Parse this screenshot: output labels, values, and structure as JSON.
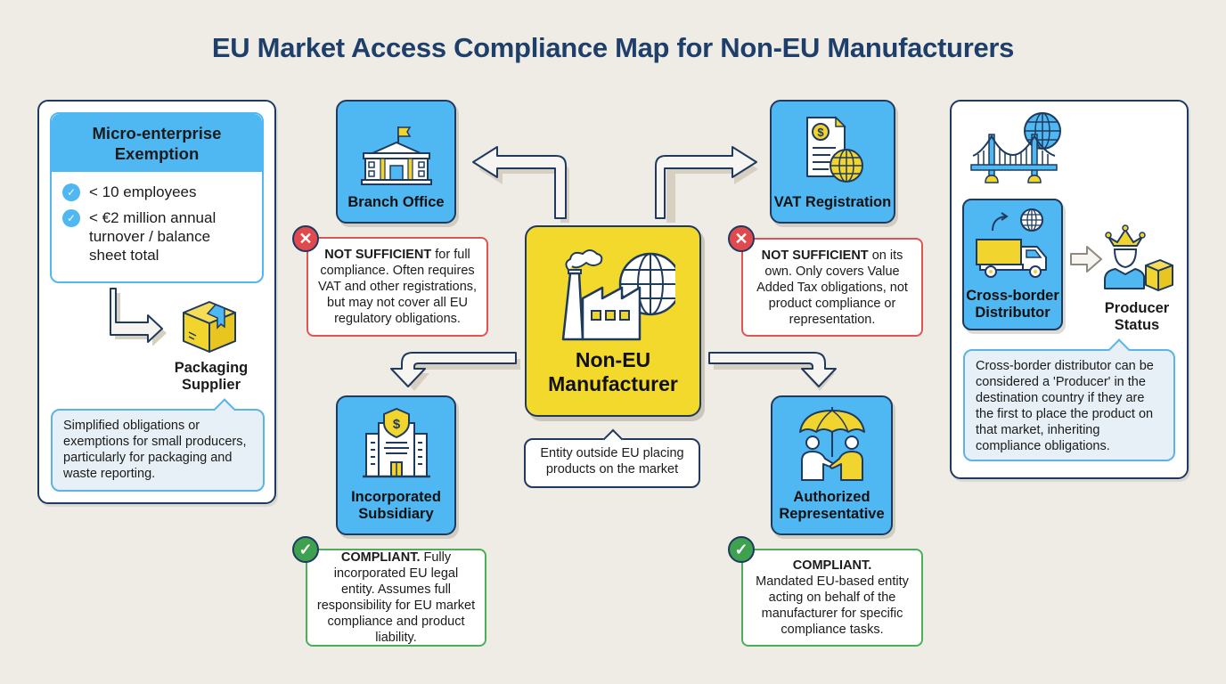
{
  "title": "EU Market Access Compliance Map for Non-EU Manufacturers",
  "colors": {
    "background": "#efece6",
    "title": "#1f3f6b",
    "card_blue": "#4fb8f2",
    "center_yellow": "#f2d92b",
    "outline": "#1f3a5f",
    "not_sufficient_red": "#e05454",
    "compliant_green": "#4cae5a"
  },
  "micro_enterprise": {
    "heading": "Micro-enterprise Exemption",
    "criteria": [
      "< 10 employees",
      "< €2 million annual turnover / balance sheet total"
    ],
    "icon": "check-circle-icon",
    "target_label": "Packaging Supplier",
    "target_icon": "package-box-icon",
    "note": "Simplified obligations or exemptions for small producers, particularly for packaging and waste reporting."
  },
  "center": {
    "label_line1": "Non-EU",
    "label_line2": "Manufacturer",
    "icon": "factory-globe-icon",
    "caption": "Entity outside EU placing products on the market"
  },
  "options": {
    "branch_office": {
      "label": "Branch Office",
      "icon": "government-building-icon",
      "status": "not-sufficient",
      "status_bold": "NOT SUFFICIENT",
      "status_text": " for full compliance. Often requires VAT and other registrations, but may not cover all EU regulatory obligations."
    },
    "vat_registration": {
      "label": "VAT Registration",
      "icon": "tax-document-globe-icon",
      "status": "not-sufficient",
      "status_bold": "NOT SUFFICIENT",
      "status_text": " on its own. Only covers Value Added Tax obligations, not product compliance or representation."
    },
    "incorporated_subsidiary": {
      "label_line1": "Incorporated",
      "label_line2": "Subsidiary",
      "icon": "office-building-shield-icon",
      "status": "compliant",
      "status_bold": "COMPLIANT.",
      "status_text": " Fully incorporated EU legal entity. Assumes full responsibility for EU market compliance and product liability."
    },
    "authorized_representative": {
      "label_line1": "Authorized",
      "label_line2": "Representative",
      "icon": "umbrella-handshake-icon",
      "status": "compliant",
      "status_bold": "COMPLIANT.",
      "status_text": "Mandated EU-based entity acting on behalf of the manufacturer for specific compliance tasks."
    }
  },
  "cross_border": {
    "top_icon": "bridge-globe-icon",
    "distributor_label_line1": "Cross-border",
    "distributor_label_line2": "Distributor",
    "distributor_icon": "truck-globe-icon",
    "producer_label_line1": "Producer",
    "producer_label_line2": "Status",
    "producer_icon": "crowned-person-box-icon",
    "note": "Cross-border distributor can be considered a 'Producer' in the destination country if they are the first to place the product on that market, inheriting compliance obligations."
  },
  "badges": {
    "fail_glyph": "✕",
    "pass_glyph": "✓",
    "check_glyph": "✓"
  }
}
